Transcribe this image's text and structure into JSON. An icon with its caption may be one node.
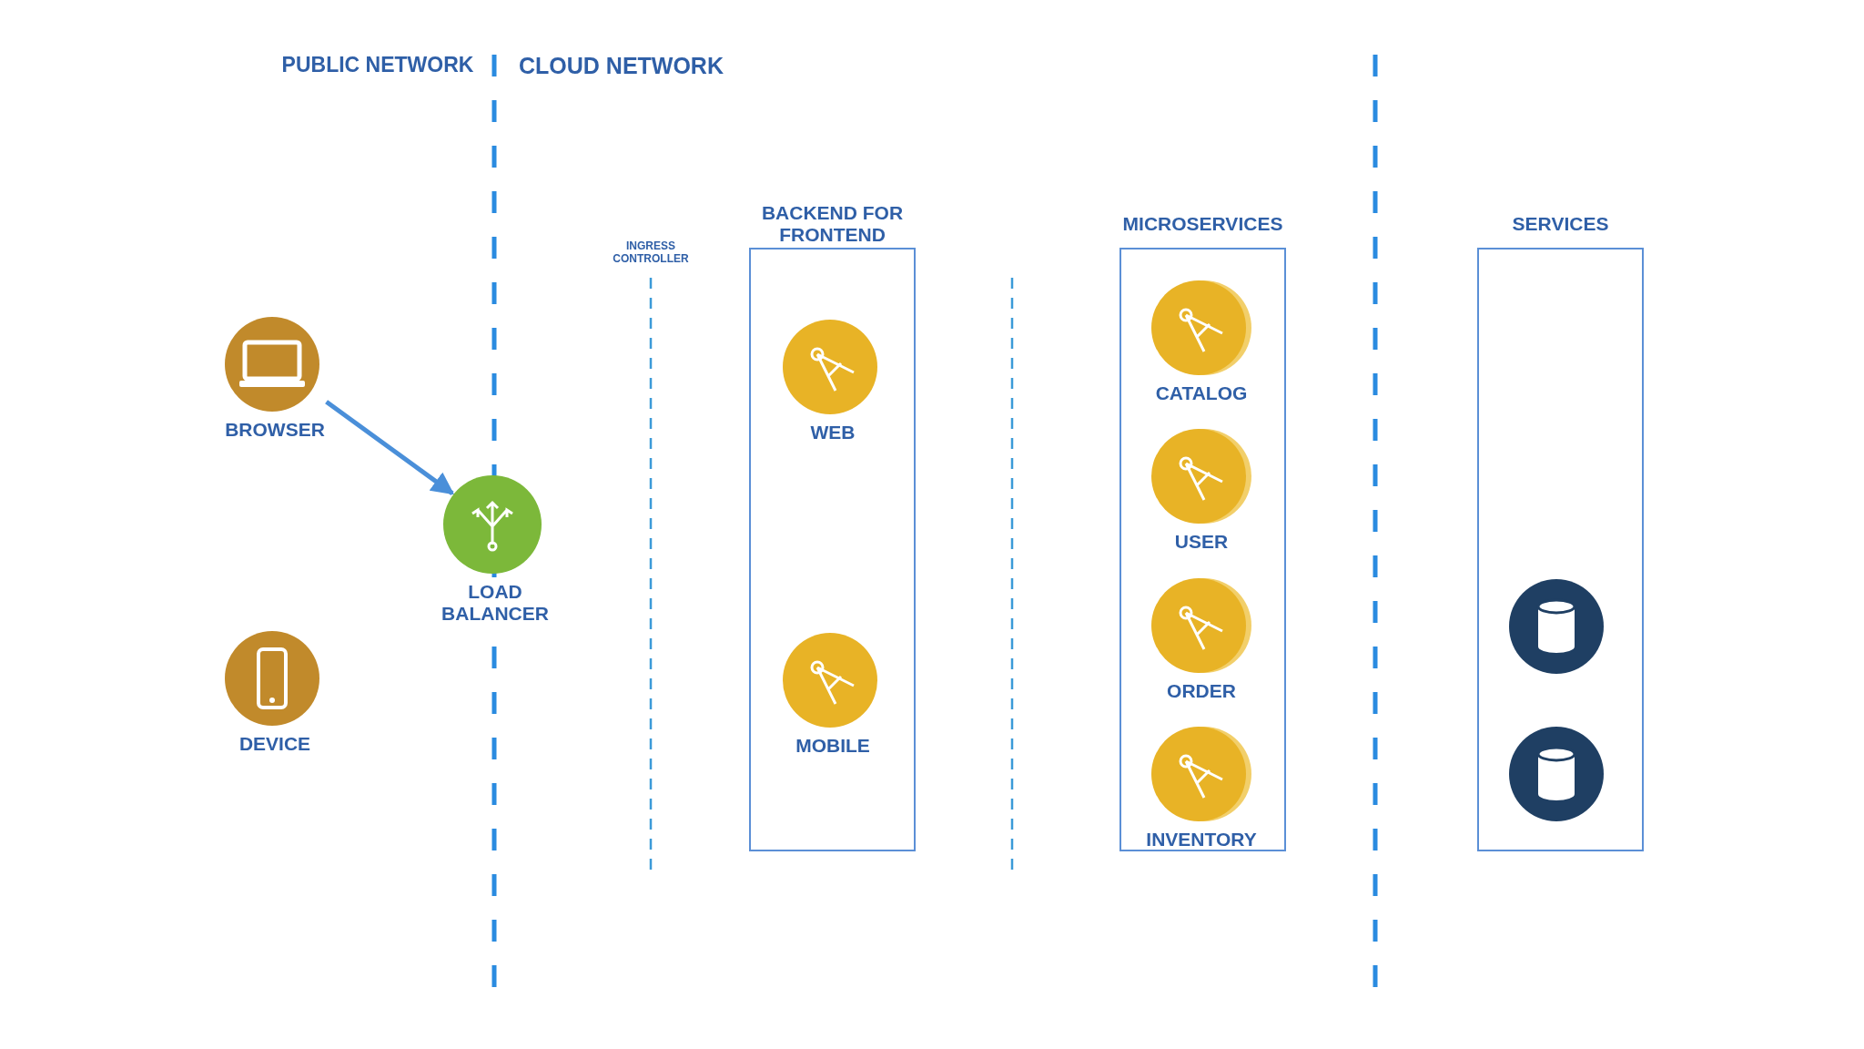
{
  "diagram": {
    "nodes": [
      {
        "text": [
          "BROWSER"
        ]
      },
      {
        "text": [
          "DEVICE"
        ]
      },
      {
        "text": [
          "LOAD BALANCER"
        ]
      },
      {
        "text": [
          "BACKEND FOR FRONTEND"
        ]
      },
      {
        "text": [
          "WEB"
        ],
        "in": 3
      },
      {
        "text": [
          "MOBILE"
        ],
        "in": 3
      },
      {
        "text": [
          "MICROSERVICES"
        ]
      },
      {
        "text": [
          "CATALOG"
        ],
        "in": 6
      },
      {
        "text": [
          "USER"
        ],
        "in": 6
      },
      {
        "text": [
          "ORDER"
        ],
        "in": 6
      },
      {
        "text": [
          "INVENTORY"
        ],
        "in": 6
      },
      {
        "text": [
          "SERVICES"
        ]
      },
      {
        "text": [],
        "shape": "cylinder",
        "in": 11
      },
      {
        "text": [],
        "shape": "cylinder",
        "in": 11
      }
    ],
    "edges": [
      {
        "from": 0,
        "to": 2,
        "arrow": "to"
      }
    ],
    "labels": [
      "PUBLIC NETWORK",
      "CLOUD NETWORK",
      "INGRESS CONTROLLER"
    ]
  }
}
